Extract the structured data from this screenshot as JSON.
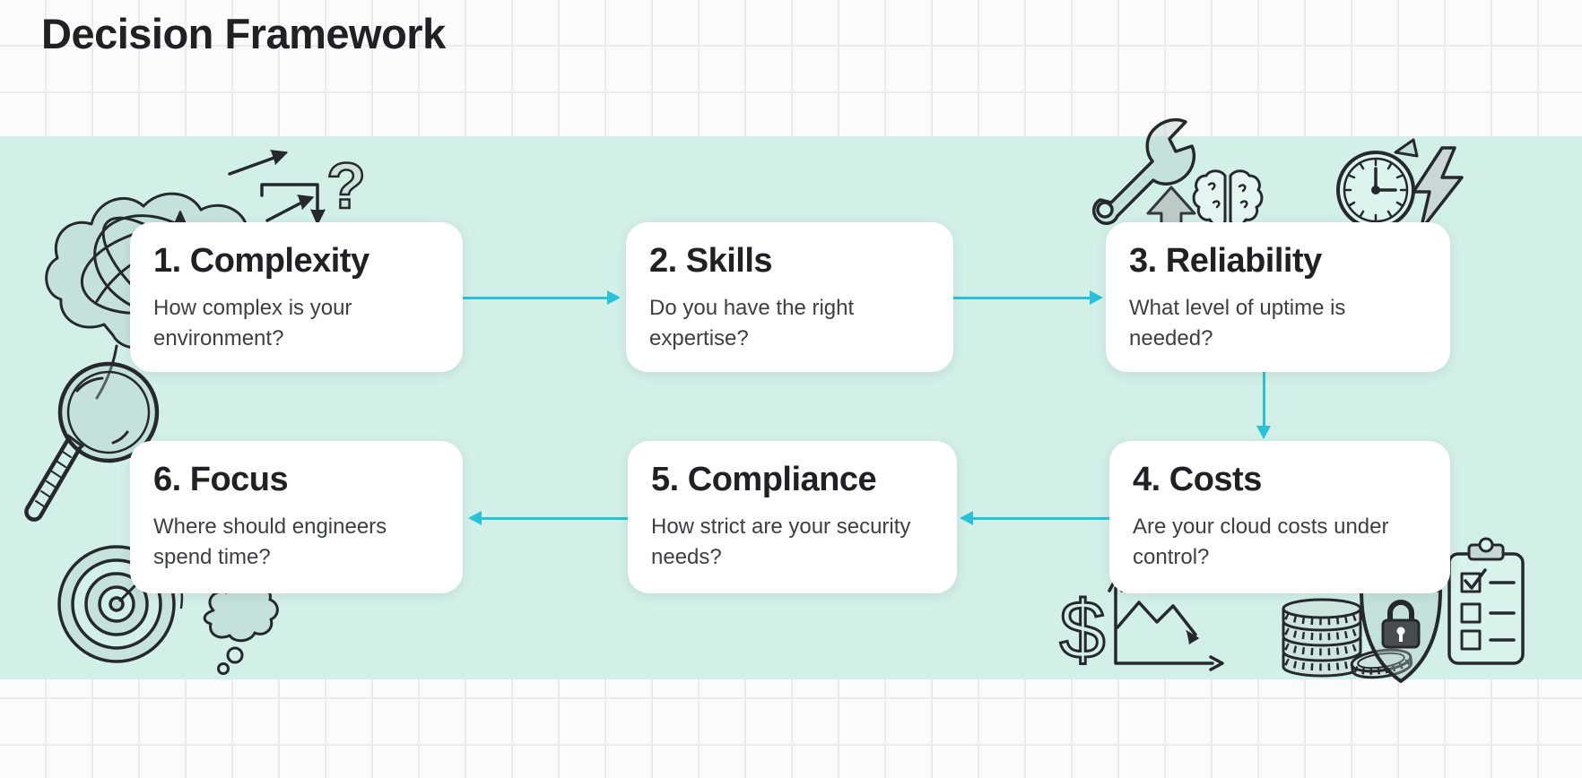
{
  "title": "Decision Framework",
  "colors": {
    "band": "#d2efe8",
    "arrow": "#29c2d8",
    "card": "#ffffff",
    "heading": "#202124",
    "body_text": "#3c4043",
    "doodle_stroke": "#26292c"
  },
  "cards": [
    {
      "title": "1. Complexity",
      "line1": "How complex is your",
      "line2": "environment?"
    },
    {
      "title": "2. Skills",
      "line1": "Do you have the right",
      "line2": "expertise?"
    },
    {
      "title": "3. Reliability",
      "line1": "What level of uptime is",
      "line2": "needed?"
    },
    {
      "title": "4. Costs",
      "line1": "Are your cloud costs under",
      "line2": "control?"
    },
    {
      "title": "5. Compliance",
      "line1": "How strict are your security",
      "line2": "needs?"
    },
    {
      "title": "6. Focus",
      "line1": "Where should engineers",
      "line2": "spend time?"
    }
  ],
  "flow_arrows": [
    "complexity-to-skills",
    "skills-to-reliability",
    "reliability-to-costs",
    "costs-to-compliance",
    "compliance-to-focus"
  ],
  "glyphs": {
    "question_mark": "?",
    "dollar": "$"
  },
  "icons": {
    "top_left": [
      "tangled-cloud-icon",
      "branch-arrows-icon",
      "question-mark-icon"
    ],
    "top_right": [
      "wrench-icon",
      "up-arrow-icon",
      "brain-icon",
      "stopwatch-icon",
      "lightning-icon"
    ],
    "bottom_left": [
      "magnifier-icon",
      "target-icon",
      "thought-bubble-icon"
    ],
    "bottom_right": [
      "dollar-icon",
      "decline-chart-icon",
      "coins-icon",
      "shield-lock-icon",
      "checklist-icon"
    ]
  }
}
